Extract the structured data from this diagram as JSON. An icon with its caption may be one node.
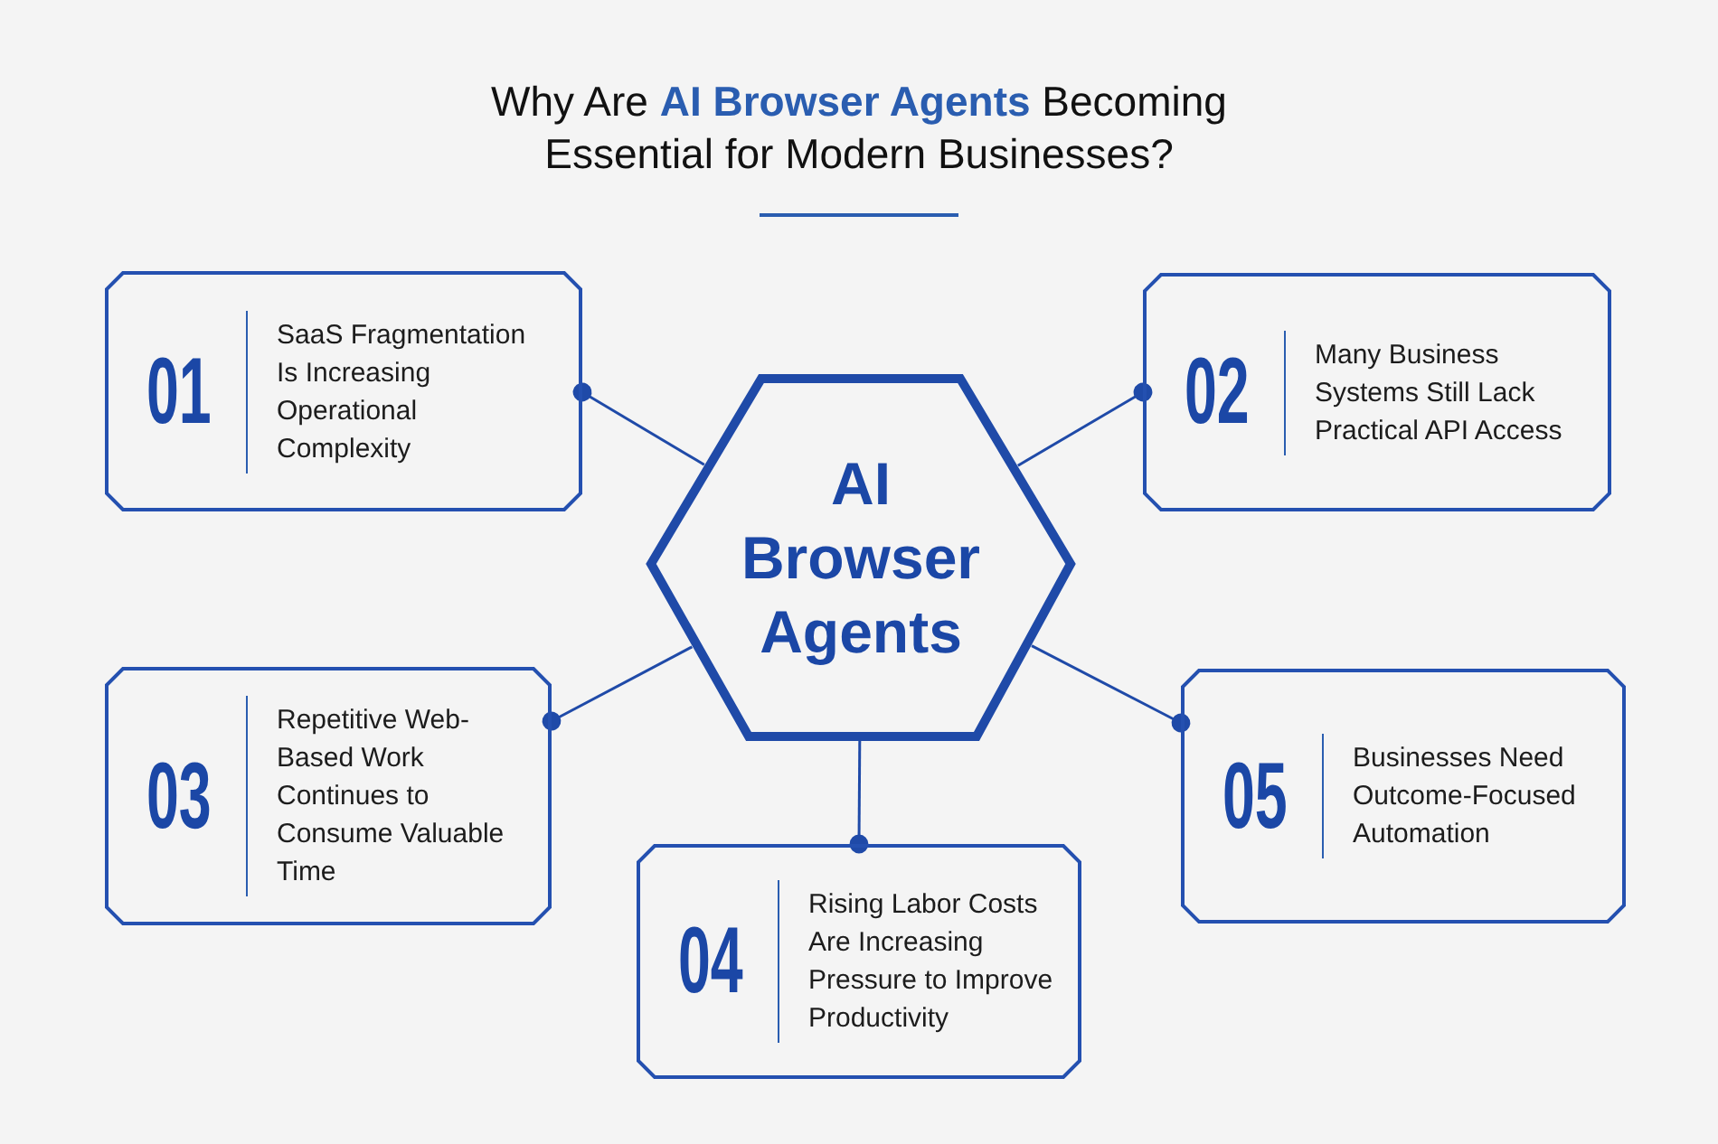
{
  "diagram": {
    "title": "Why Are **AI Browser Agents** Becoming Essential for Modern Businesses?",
    "nodes": [
      {
        "text": [
          "AI Browser Agents"
        ]
      },
      {
        "text": [
          "01",
          "SaaS Fragmentation Is Increasing Operational Complexity"
        ]
      },
      {
        "text": [
          "02",
          "Many Business Systems Still Lack Practical API Access"
        ]
      },
      {
        "text": [
          "03",
          "Repetitive Web-Based Work Continues to Consume Valuable Time"
        ]
      },
      {
        "text": [
          "04",
          "Rising Labor Costs Are Increasing Pressure to Improve Productivity"
        ]
      },
      {
        "text": [
          "05",
          "Businesses Need Outcome-Focused Automation"
        ]
      }
    ],
    "edges": [
      {
        "from": 0,
        "to": 1,
        "arrow": "other"
      },
      {
        "from": 0,
        "to": 2,
        "arrow": "other"
      },
      {
        "from": 0,
        "to": 3,
        "arrow": "other"
      },
      {
        "from": 0,
        "to": 4,
        "arrow": "other"
      },
      {
        "from": 0,
        "to": 5,
        "arrow": "other"
      }
    ]
  }
}
